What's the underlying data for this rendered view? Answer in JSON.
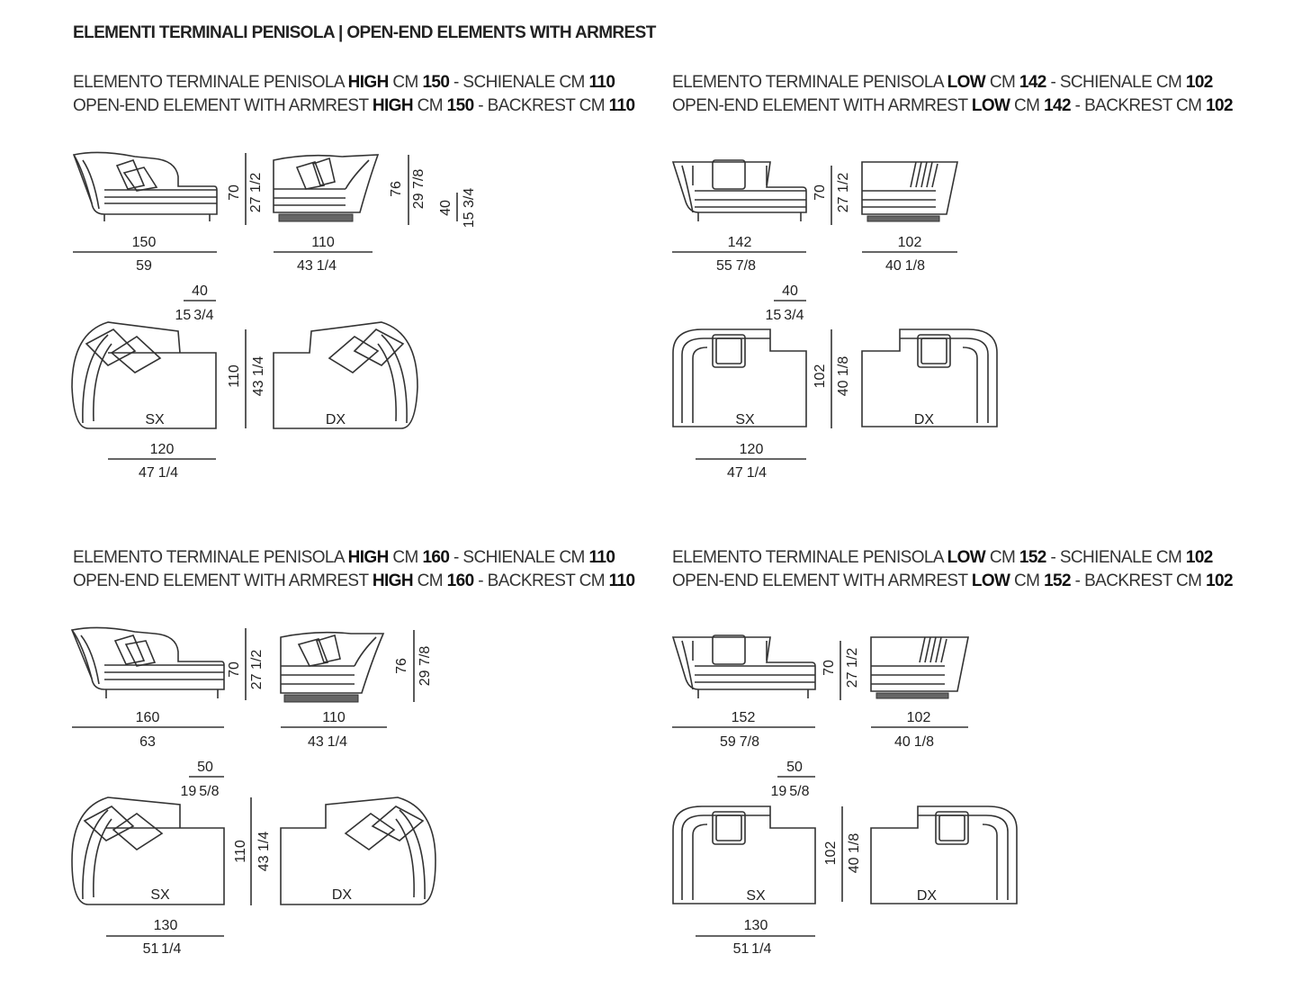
{
  "page": {
    "title": "ELEMENTI TERMINALI PENISOLA  |  OPEN-END ELEMENTS WITH ARMREST"
  },
  "sections": [
    {
      "line1": {
        "pre": "ELEMENTO TERMINALE PENISOLA ",
        "kw": "HIGH",
        "m1": " CM ",
        "v1": "150",
        "m2": " - SCHIENALE CM ",
        "v2": "110"
      },
      "line2": {
        "pre": "OPEN-END ELEMENT WITH ARMREST ",
        "kw": "HIGH",
        "m1": " CM ",
        "v1": "150",
        "m2": " - BACKREST CM ",
        "v2": "110"
      },
      "dims": {
        "front_w_cm": "150",
        "front_w_in": "59",
        "side_w_cm": "110",
        "side_w_in_main": "43",
        "side_w_in_frac": "1/4",
        "h_cm": "70",
        "h_in": "27 1/2",
        "h2_cm": "76",
        "h2_in": "29 7/8",
        "seat_cm": "40",
        "seat_in": "15 3/4",
        "arm_cm": "40",
        "arm_in_main": "15",
        "arm_in_frac": "3/4",
        "depth_cm": "110",
        "depth_in": "43 1/4",
        "top_w_cm": "120",
        "top_w_in_main": "47",
        "top_w_in_frac": "1/4",
        "left_label": "SX",
        "right_label": "DX"
      }
    },
    {
      "line1": {
        "pre": "ELEMENTO TERMINALE PENISOLA ",
        "kw": "LOW",
        "m1": " CM ",
        "v1": "142",
        "m2": " - SCHIENALE CM ",
        "v2": "102"
      },
      "line2": {
        "pre": "OPEN-END ELEMENT WITH ARMREST ",
        "kw": "LOW",
        "m1": " CM ",
        "v1": "142",
        "m2": " - BACKREST CM ",
        "v2": "102"
      },
      "dims": {
        "front_w_cm": "142",
        "front_w_in_main": "55",
        "front_w_in_frac": "7/8",
        "side_w_cm": "102",
        "side_w_in_main": "40",
        "side_w_in_frac": "1/8",
        "h_cm": "70",
        "h_in": "27 1/2",
        "arm_cm": "40",
        "arm_in_main": "15",
        "arm_in_frac": "3/4",
        "depth_cm": "102",
        "depth_in": "40 1/8",
        "top_w_cm": "120",
        "top_w_in_main": "47",
        "top_w_in_frac": "1/4",
        "left_label": "SX",
        "right_label": "DX"
      }
    },
    {
      "line1": {
        "pre": "ELEMENTO TERMINALE PENISOLA ",
        "kw": "HIGH",
        "m1": " CM ",
        "v1": "160",
        "m2": " - SCHIENALE CM ",
        "v2": "110"
      },
      "line2": {
        "pre": "OPEN-END ELEMENT WITH ARMREST ",
        "kw": "HIGH",
        "m1": " CM ",
        "v1": "160",
        "m2": " - BACKREST CM ",
        "v2": "110"
      },
      "dims": {
        "front_w_cm": "160",
        "front_w_in": "63",
        "side_w_cm": "110",
        "side_w_in_main": "43",
        "side_w_in_frac": "1/4",
        "h_cm": "70",
        "h_in": "27 1/2",
        "h2_cm": "76",
        "h2_in": "29 7/8",
        "arm_cm": "50",
        "arm_in_main": "19",
        "arm_in_frac": "5/8",
        "depth_cm": "110",
        "depth_in": "43 1/4",
        "top_w_cm": "130",
        "top_w_in_main": "51",
        "top_w_in_frac": "1/4",
        "left_label": "SX",
        "right_label": "DX"
      }
    },
    {
      "line1": {
        "pre": "ELEMENTO TERMINALE PENISOLA ",
        "kw": "LOW",
        "m1": " CM ",
        "v1": "152",
        "m2": " - SCHIENALE CM ",
        "v2": "102"
      },
      "line2": {
        "pre": "OPEN-END ELEMENT WITH ARMREST ",
        "kw": "LOW",
        "m1": " CM ",
        "v1": "152",
        "m2": " - BACKREST CM ",
        "v2": "102"
      },
      "dims": {
        "front_w_cm": "152",
        "front_w_in_main": "59",
        "front_w_in_frac": "7/8",
        "side_w_cm": "102",
        "side_w_in_main": "40",
        "side_w_in_frac": "1/8",
        "h_cm": "70",
        "h_in": "27 1/2",
        "arm_cm": "50",
        "arm_in_main": "19",
        "arm_in_frac": "5/8",
        "depth_cm": "102",
        "depth_in": "40 1/8",
        "top_w_cm": "130",
        "top_w_in_main": "51",
        "top_w_in_frac": "1/4",
        "left_label": "SX",
        "right_label": "DX"
      }
    }
  ]
}
